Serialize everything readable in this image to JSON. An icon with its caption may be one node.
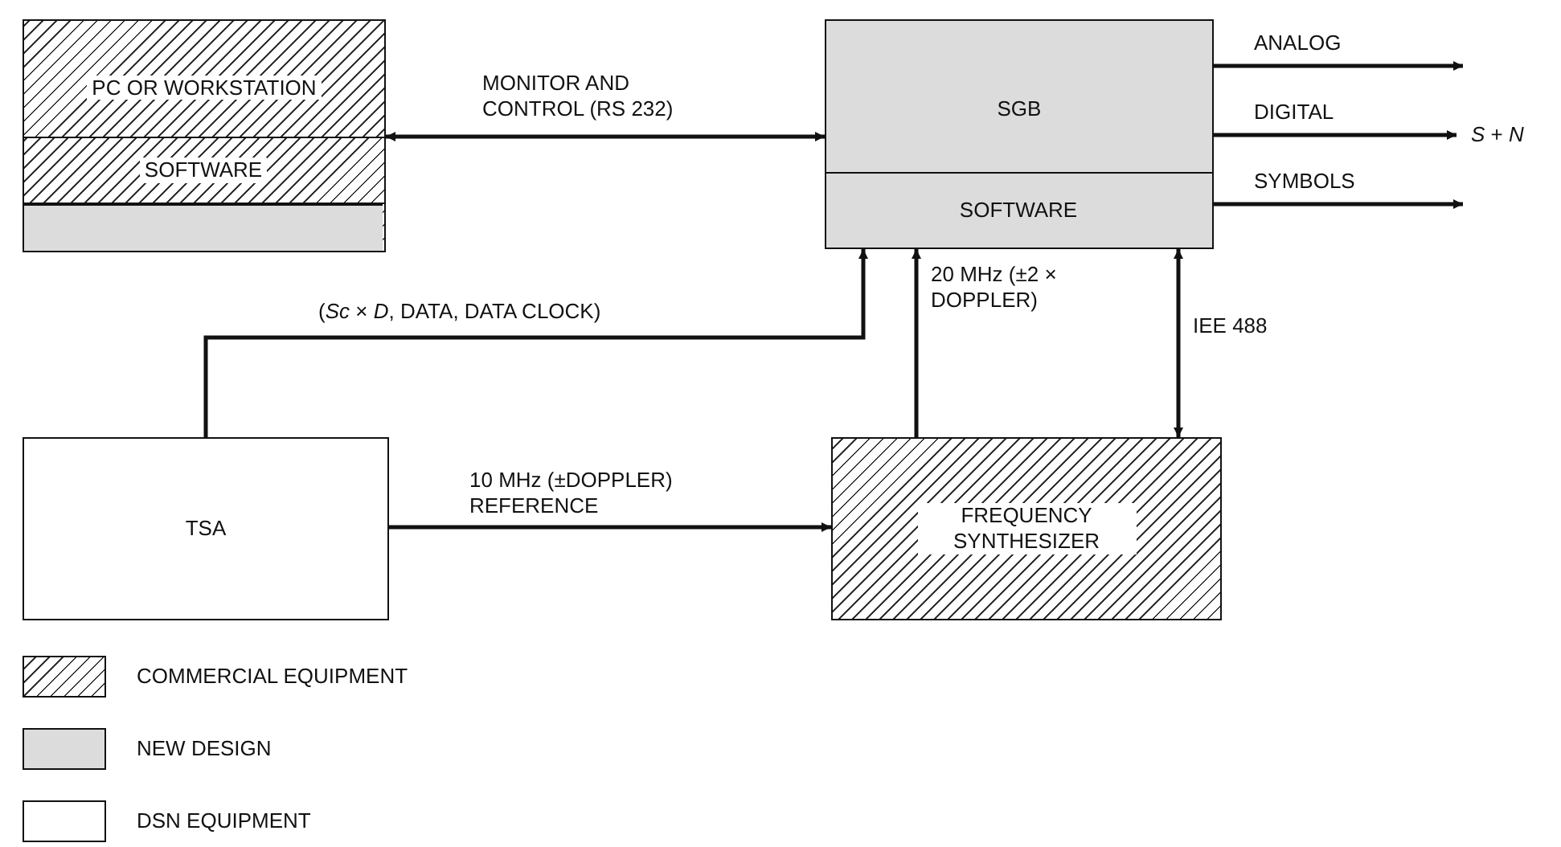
{
  "diagram": {
    "nodes": [
      {
        "text": [
          "PC OR WORKSTATION"
        ]
      },
      {
        "text": [
          "SOFTWARE"
        ],
        "in": 0
      },
      {
        "text": [
          "SGB"
        ]
      },
      {
        "text": [
          "SOFTWARE"
        ],
        "in": 2
      },
      {
        "text": [
          "*S* + *N*"
        ]
      },
      {
        "text": [
          "TSA"
        ]
      },
      {
        "text": [
          "FREQUENCY SYNTHESIZER"
        ]
      }
    ],
    "edges": [
      {
        "from": 0,
        "to": 2,
        "arrow": "both",
        "label": "MONITOR AND CONTROL (RS 232)"
      },
      {
        "from": 2,
        "to": null,
        "arrow": "to",
        "label": "ANALOG"
      },
      {
        "from": 2,
        "to": 4,
        "arrow": "to",
        "label": "DIGITAL"
      },
      {
        "from": 2,
        "to": null,
        "arrow": "to",
        "label": "SYMBOLS"
      },
      {
        "from": 5,
        "to": 2,
        "arrow": "to",
        "label": "(*Sc* × *D*, DATA, DATA CLOCK)"
      },
      {
        "from": 6,
        "to": 2,
        "arrow": "to",
        "label": "20 MHz (±2 × DOPPLER)"
      },
      {
        "from": 2,
        "to": 6,
        "arrow": "both",
        "label": "IEE 488"
      },
      {
        "from": 5,
        "to": 6,
        "arrow": "to",
        "label": "10 MHz (±DOPPLER) REFERENCE"
      }
    ],
    "legend": [
      {
        "text": "COMMERCIAL EQUIPMENT"
      },
      {
        "text": "NEW DESIGN",
        "color": "#dcdcdc"
      },
      {
        "text": "DSN EQUIPMENT",
        "color": "#ffffff"
      }
    ]
  }
}
